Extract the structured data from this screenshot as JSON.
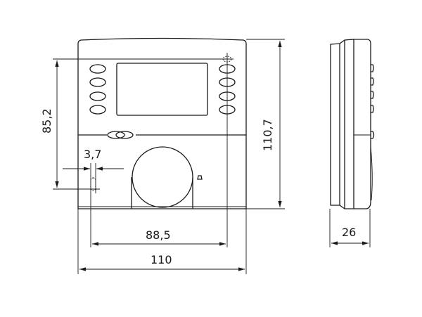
{
  "dimensions": {
    "mounting_height": "85,2",
    "total_height": "110,7",
    "hole_width": "3,7",
    "mounting_width": "88,5",
    "total_width": "110",
    "depth": "26"
  }
}
